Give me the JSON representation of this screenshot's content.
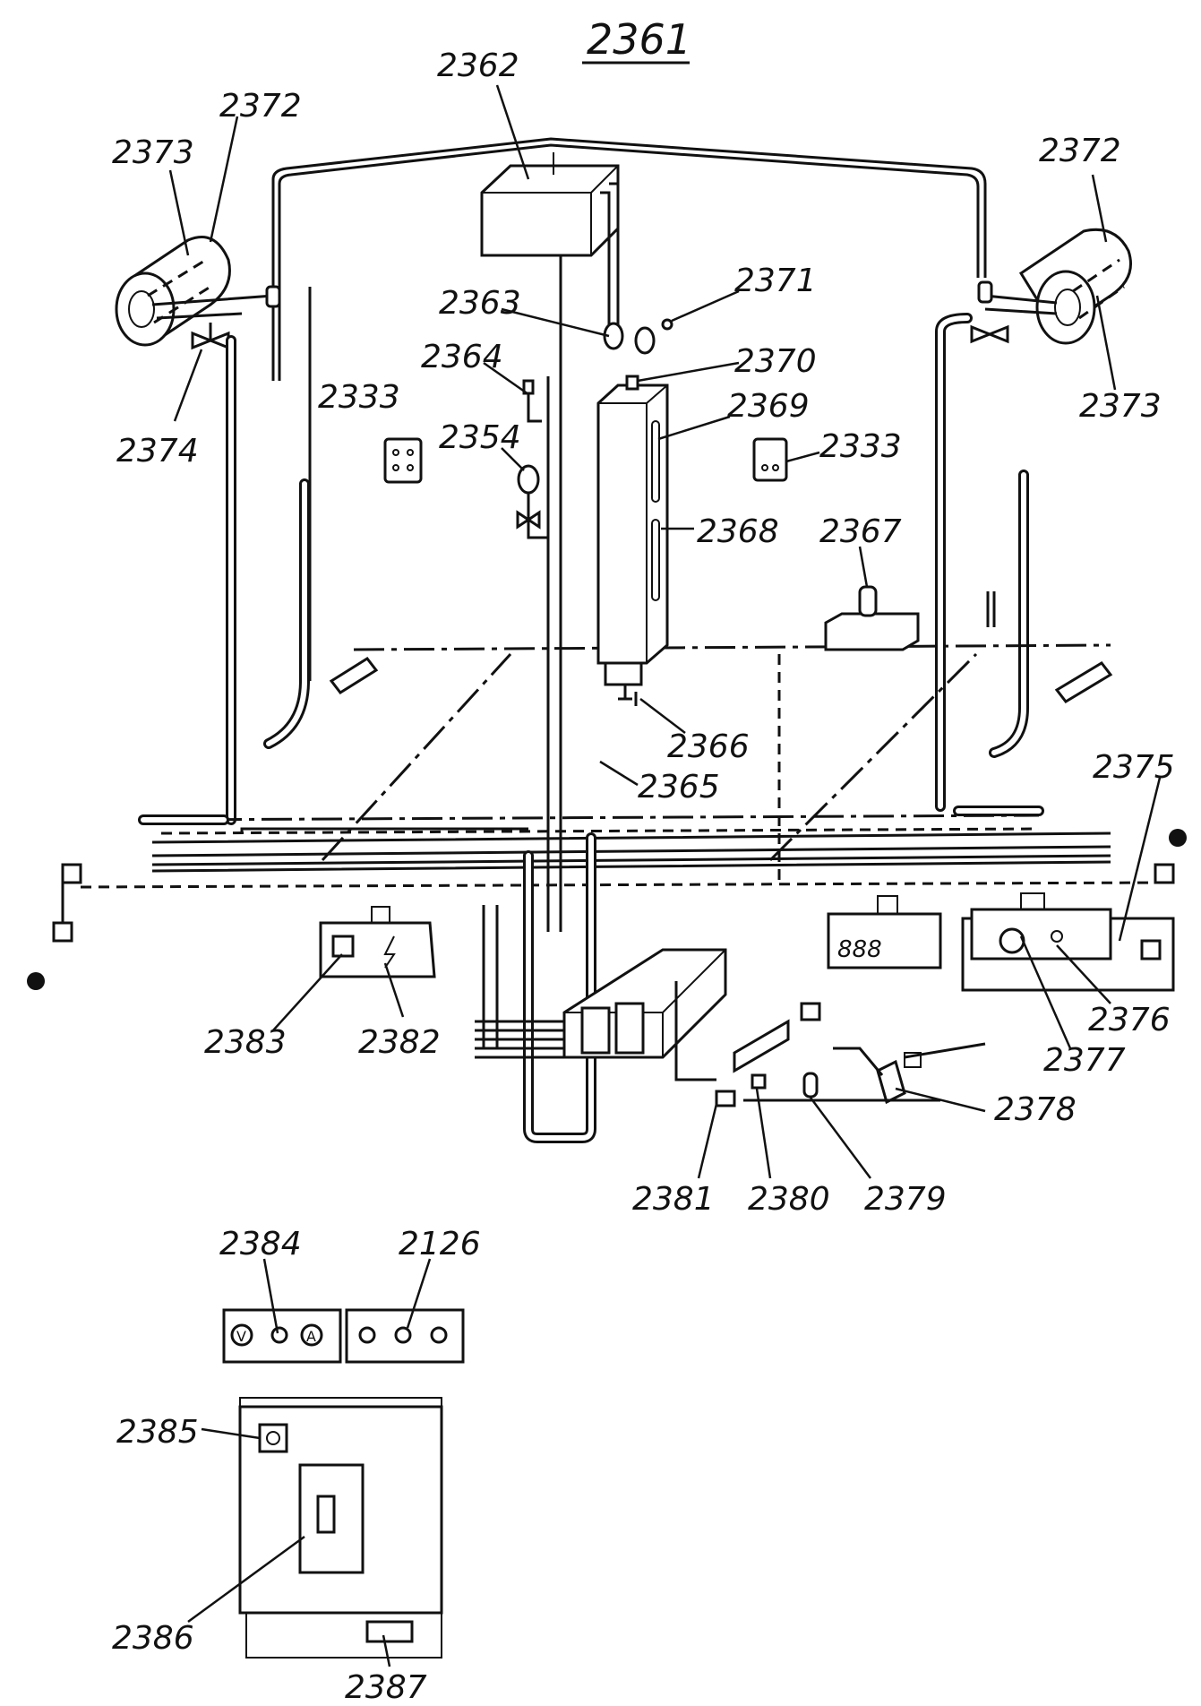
{
  "title": "2361",
  "labels": {
    "l2362": "2362",
    "l2372a": "2372",
    "l2373a": "2373",
    "l2374": "2374",
    "l2333a": "2333",
    "l2363": "2363",
    "l2364": "2364",
    "l2354": "2354",
    "l2371": "2371",
    "l2370": "2370",
    "l2369": "2369",
    "l2333b": "2333",
    "l2368": "2368",
    "l2367": "2367",
    "l2372b": "2372",
    "l2373b": "2373",
    "l2366": "2366",
    "l2365": "2365",
    "l2375": "2375",
    "l2383": "2383",
    "l2382": "2382",
    "l2376": "2376",
    "l2377": "2377",
    "l2378": "2378",
    "l2381": "2381",
    "l2380": "2380",
    "l2379": "2379",
    "l2384": "2384",
    "l2126": "2126",
    "l2385": "2385",
    "l2386": "2386",
    "l2387": "2387"
  },
  "meter_symbols": {
    "volt": "V",
    "amp": "A"
  }
}
